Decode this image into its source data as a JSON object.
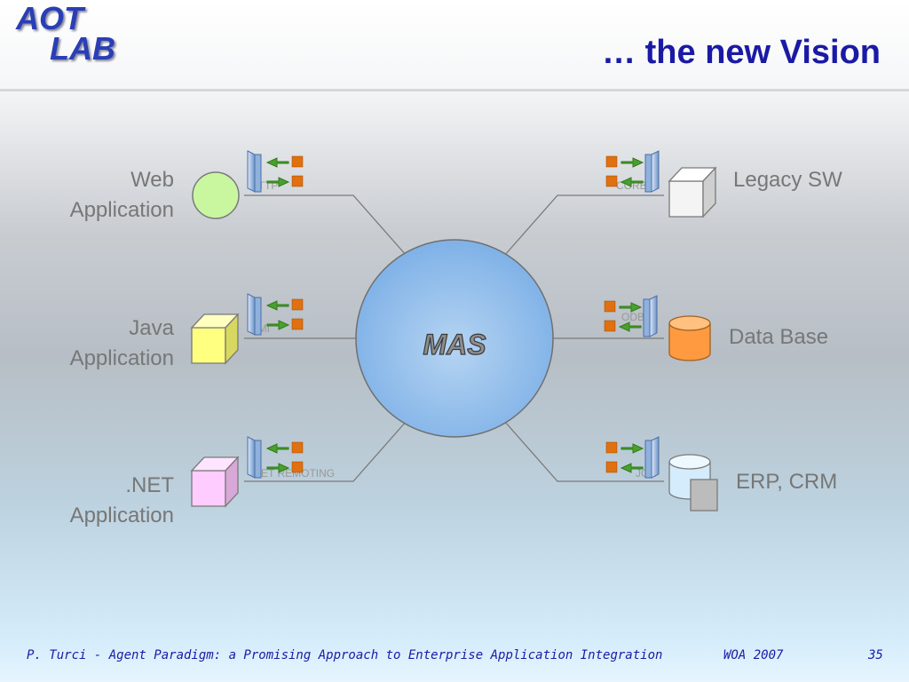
{
  "header": {
    "logo_line1": "AOT",
    "logo_line2": "LAB",
    "title": "… the new Vision"
  },
  "diagram": {
    "center_label": "MAS",
    "nodes": [
      {
        "id": "web",
        "label_line1": "Web",
        "label_line2": "Application",
        "connector_label": "HTTP",
        "color": "#c8f7a0"
      },
      {
        "id": "java",
        "label_line1": "Java",
        "label_line2": "Application",
        "connector_label": "RMI",
        "color": "#ffff80"
      },
      {
        "id": "net",
        "label_line1": ".NET",
        "label_line2": "Application",
        "connector_label": ".NET REMOTING",
        "color": "#ffccff"
      },
      {
        "id": "legacy",
        "label_line1": "Legacy SW",
        "connector_label": "CORBA",
        "color": "#f0f0f0"
      },
      {
        "id": "db",
        "label_line1": "Data Base",
        "connector_label": "ODBC",
        "color": "#ff9a40"
      },
      {
        "id": "erp",
        "label_line1": "ERP, CRM",
        "connector_label": "JCA",
        "color": "#d4ecfb"
      }
    ]
  },
  "footer": {
    "citation": "P. Turci  - Agent Paradigm: a Promising Approach to Enterprise Application Integration",
    "event": "WOA 2007",
    "page": "35"
  }
}
